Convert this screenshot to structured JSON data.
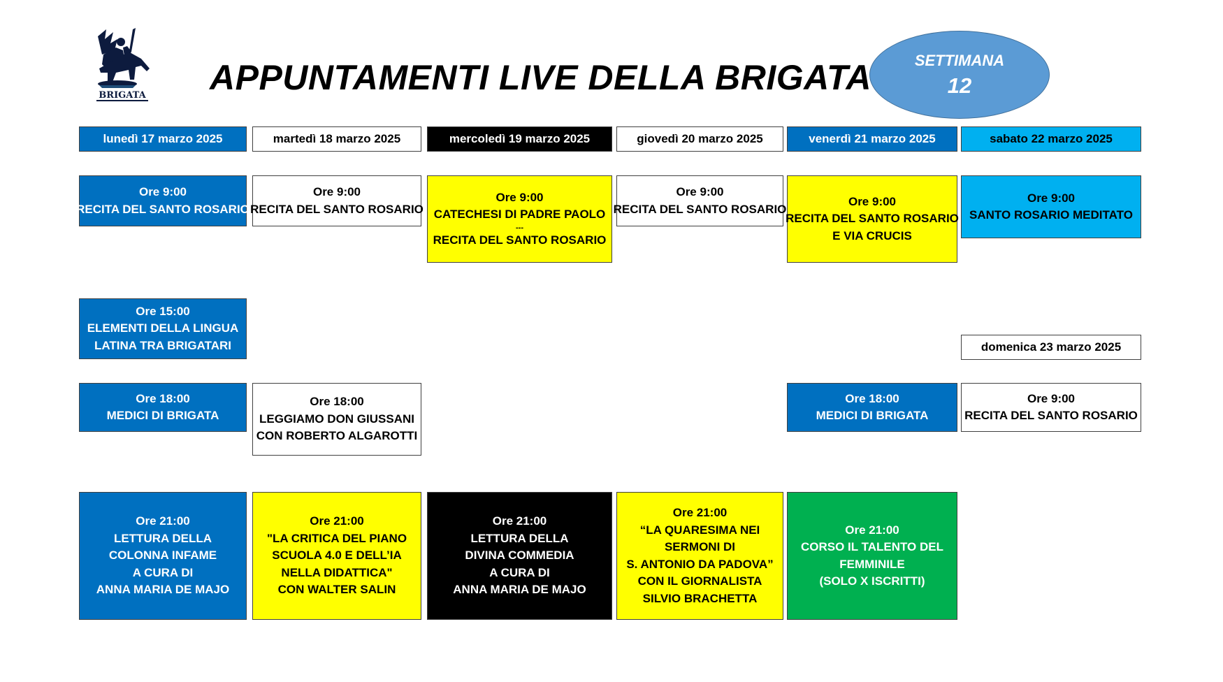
{
  "header": {
    "title": "APPUNTAMENTI LIVE DELLA BRIGATA",
    "week_label": "SETTIMANA",
    "week_number": "12",
    "logo_name": "BRIGATA"
  },
  "days": {
    "mon": "lunedì 17 marzo 2025",
    "tue": "martedì 18 marzo 2025",
    "wed": "mercoledì 19 marzo 2025",
    "thu": "giovedì 20 marzo 2025",
    "fri": "venerdì 21 marzo 2025",
    "sat": "sabato 22 marzo 2025",
    "sun": "domenica 23 marzo 2025"
  },
  "events": {
    "mon_0900": [
      "Ore 9:00",
      "RECITA DEL SANTO ROSARIO"
    ],
    "tue_0900": [
      "Ore 9:00",
      "RECITA DEL SANTO ROSARIO"
    ],
    "wed_0900": [
      "Ore 9:00",
      "CATECHESI DI PADRE PAOLO",
      "---",
      "RECITA DEL SANTO ROSARIO"
    ],
    "thu_0900": [
      "Ore 9:00",
      "RECITA DEL SANTO ROSARIO"
    ],
    "fri_0900": [
      "Ore 9:00",
      "RECITA DEL SANTO ROSARIO",
      "E VIA CRUCIS"
    ],
    "sat_0900": [
      "Ore 9:00",
      "SANTO ROSARIO MEDITATO"
    ],
    "mon_1500": [
      "Ore 15:00",
      "ELEMENTI DELLA LINGUA",
      "LATINA TRA BRIGATARI"
    ],
    "mon_1800": [
      "Ore 18:00",
      "MEDICI DI BRIGATA"
    ],
    "tue_1800": [
      "Ore 18:00",
      "LEGGIAMO DON GIUSSANI",
      "CON ROBERTO ALGAROTTI"
    ],
    "fri_1800": [
      "Ore 18:00",
      "MEDICI DI BRIGATA"
    ],
    "sun_0900": [
      "Ore 9:00",
      "RECITA DEL SANTO ROSARIO"
    ],
    "mon_2100": [
      "Ore 21:00",
      "LETTURA DELLA",
      "COLONNA INFAME",
      "A CURA DI",
      "ANNA MARIA DE MAJO"
    ],
    "tue_2100": [
      "Ore 21:00",
      "\"LA CRITICA DEL PIANO",
      "SCUOLA 4.0 E DELL’IA",
      "NELLA DIDATTICA\"",
      "CON WALTER SALIN"
    ],
    "wed_2100": [
      "Ore 21:00",
      "LETTURA DELLA",
      "DIVINA COMMEDIA",
      "A CURA DI",
      "ANNA MARIA DE MAJO"
    ],
    "thu_2100": [
      "Ore 21:00",
      "“LA QUARESIMA NEI",
      "SERMONI DI",
      "S. ANTONIO DA PADOVA”",
      "CON IL GIORNALISTA",
      "SILVIO BRACHETTA"
    ],
    "fri_2100": [
      "Ore 21:00",
      "CORSO IL TALENTO DEL",
      "FEMMINILE",
      "(SOLO X ISCRITTI)"
    ]
  },
  "colors": {
    "dark_blue": "#0070c0",
    "light_blue": "#00b0f0",
    "yellow": "#ffff00",
    "black": "#000000",
    "green": "#00b050",
    "white": "#ffffff",
    "oval": "#5b9bd5"
  }
}
